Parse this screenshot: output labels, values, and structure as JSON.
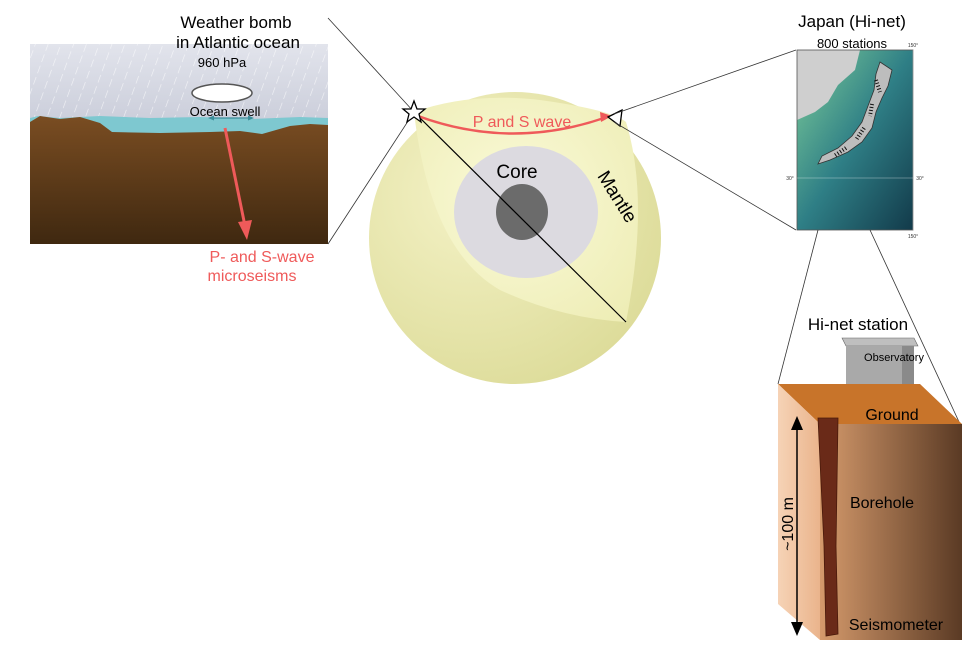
{
  "left_panel": {
    "title_line1": "Weather bomb",
    "title_line2": "in Atlantic ocean",
    "pressure": "960 hPa",
    "swell_label": "Ocean swell",
    "microseisms_line1": "P-  and S-wave",
    "microseisms_line2": "microseisms"
  },
  "earth": {
    "wave_label": "P  and S wave",
    "core_label": "Core",
    "mantle_label": "Mantle"
  },
  "japan_panel": {
    "title": "Japan (Hi-net)",
    "stations": "800 stations",
    "tick_top_right": "150°",
    "tick_left": "30°",
    "tick_right": "30°",
    "tick_bottom_right": "150°"
  },
  "station_panel": {
    "title": "Hi-net station",
    "observatory": "Observatory",
    "ground": "Ground",
    "depth": "~100 m",
    "borehole": "Borehole",
    "seismometer": "Seismometer"
  },
  "colors": {
    "wave_red": "#ef5a5a",
    "mantle": "#ecebb2",
    "core_outer": "#d8d6dc",
    "core_inner": "#6b6b6b",
    "soil": "#6b4420",
    "ocean": "#7ec8d0",
    "box_side": "#f3c3a0",
    "box_front": "#b07a55",
    "ground_top": "#c8742a"
  },
  "icons": [
    "star-icon",
    "triangle-icon",
    "arrow-down-icon",
    "double-arrow-icon"
  ]
}
